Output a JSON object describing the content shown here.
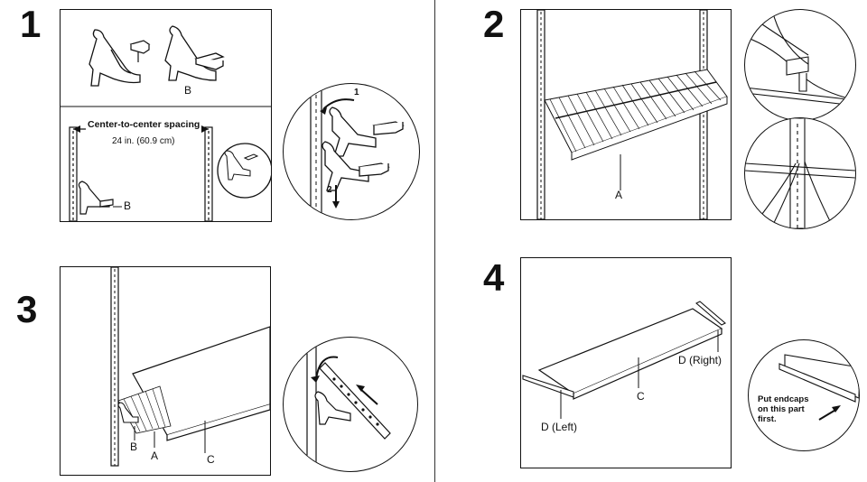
{
  "steps": [
    {
      "number": "1"
    },
    {
      "number": "2"
    },
    {
      "number": "3"
    },
    {
      "number": "4"
    }
  ],
  "step1": {
    "bracket_label_top": "B",
    "spacing_title": "Center-to-center spacing",
    "spacing_value": "24 in. (60.9 cm)",
    "bracket_label_bottom": "B",
    "callout_arrow_1": "1",
    "callout_arrow_2": "2"
  },
  "step2": {
    "shelf_label": "A"
  },
  "step3": {
    "label_b": "B",
    "label_a": "A",
    "label_c": "C"
  },
  "step4": {
    "label_d_right": "D (Right)",
    "label_c": "C",
    "label_d_left": "D (Left)",
    "callout_note": "Put endcaps\non this part\nfirst."
  }
}
